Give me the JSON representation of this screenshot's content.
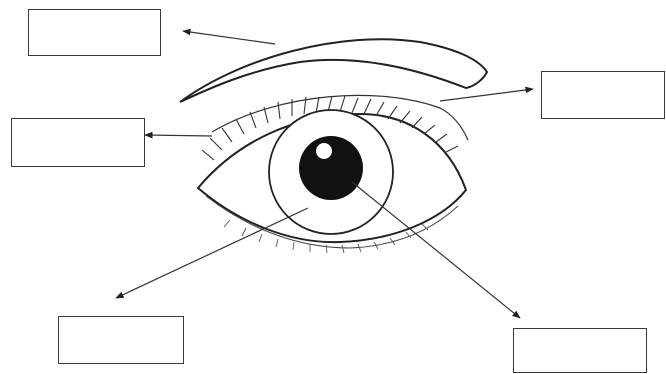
{
  "diagram": {
    "label_boxes": [
      {
        "id": "box-1",
        "text": ""
      },
      {
        "id": "box-2",
        "text": ""
      },
      {
        "id": "box-3",
        "text": ""
      },
      {
        "id": "box-4",
        "text": ""
      },
      {
        "id": "box-5",
        "text": ""
      }
    ]
  },
  "colors": {
    "ink": "#222222",
    "box_border": "#3a3a3a",
    "pupil": "#111111",
    "background": "#ffffff"
  }
}
